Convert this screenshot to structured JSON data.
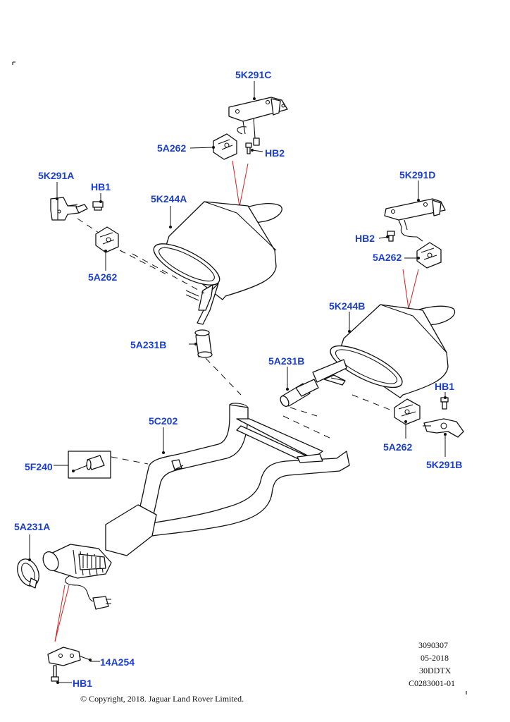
{
  "labels": {
    "5K291C": "5K291C",
    "5A262_top": "5A262",
    "HB2_top": "HB2",
    "5K291A": "5K291A",
    "HB1_left": "HB1",
    "5K244A": "5K244A",
    "5A262_left": "5A262",
    "5K291D": "5K291D",
    "HB2_right": "HB2",
    "5A262_right_top": "5A262",
    "5A231B_left": "5A231B",
    "5K244B": "5K244B",
    "5A231B_right": "5A231B",
    "HB1_right": "HB1",
    "5C202": "5C202",
    "5A262_right_bottom": "5A262",
    "5K291B": "5K291B",
    "5F240": "5F240",
    "5A231A": "5A231A",
    "14A254": "14A254",
    "HB1_bottom": "HB1"
  },
  "meta": {
    "ref_number": "3090307",
    "date": "05-2018",
    "engine_code": "30DDTX",
    "drawing_code": "C0283001-01"
  },
  "copyright": "© Copyright, 2018. Jaguar Land Rover Limited.",
  "colors": {
    "label_blue": "#1a3fd0",
    "line_black": "#111111",
    "indicator_red": "#d42020"
  }
}
